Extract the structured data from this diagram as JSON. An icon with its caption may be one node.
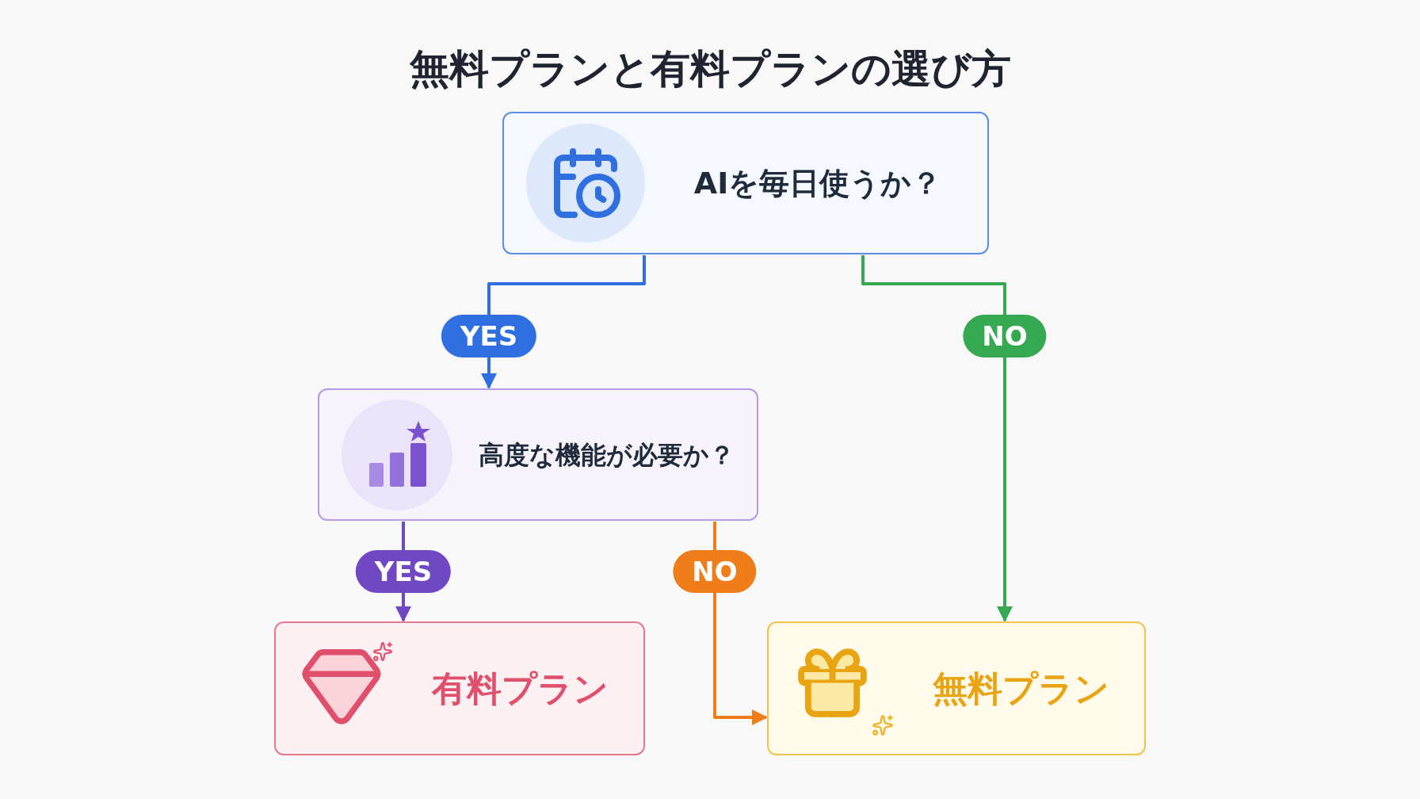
{
  "diagram": {
    "title": "無料プランと有料プランの選び方",
    "nodes": [
      {
        "text": [
          "AIを毎日使うか？"
        ]
      },
      {
        "text": [
          "高度な機能が必要か？"
        ]
      },
      {
        "text": [
          "有料プラン"
        ]
      },
      {
        "text": [
          "無料プラン"
        ]
      }
    ],
    "edges": [
      {
        "from": 0,
        "to": 1,
        "arrow": "to",
        "label": "YES",
        "color": "#2f6fdf"
      },
      {
        "from": 0,
        "to": 3,
        "arrow": "to",
        "label": "NO",
        "color": "#36a852"
      },
      {
        "from": 1,
        "to": 2,
        "arrow": "to",
        "label": "YES",
        "color": "#7048c4"
      },
      {
        "from": 1,
        "to": 3,
        "arrow": "to",
        "label": "NO",
        "color": "#ee7d1a"
      }
    ]
  }
}
